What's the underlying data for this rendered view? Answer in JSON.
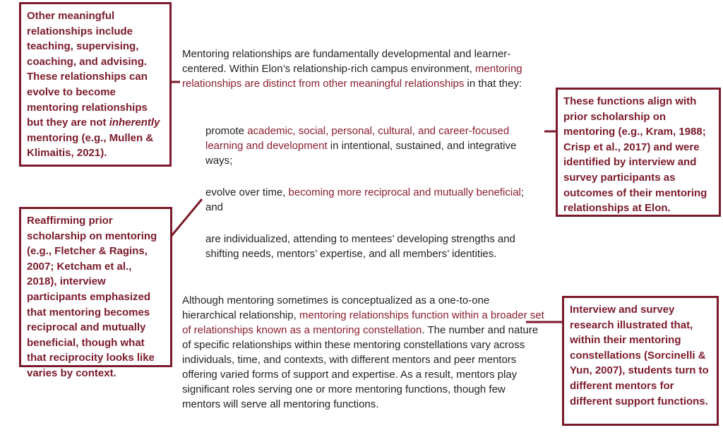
{
  "boxes": {
    "meaningful_pre": "Other meaningful relationships include teaching, supervising, coaching, and advising. These relationships can evolve to become mentoring relationships but they are not ",
    "meaningful_em": "inherently",
    "meaningful_post": " mentoring (e.g., Mullen & Klimaitis, 2021).",
    "reciprocal": "Reaffirming prior scholarship on mentoring (e.g., Fletcher & Ragins, 2007; Ketcham et al., 2018), interview participants emphasized that mentoring becomes reciprocal and mutually beneficial, though what that reciprocity looks like varies by context.",
    "functions": "These functions align with prior scholarship on mentoring (e.g., Kram, 1988; Crisp et al., 2017) and were identified by interview and survey participants as outcomes of their mentoring relationships at Elon.",
    "constellation": "Interview and survey research illustrated that, within their mentoring constellations (Sorcinelli & Yun, 2007), students turn to different mentors for different support functions."
  },
  "p1": {
    "a": "Mentoring relationships are fundamentally developmental and learner-centered. Within Elon’s relationship-rich campus environment, ",
    "hl": "mentoring relationships are distinct from other meaningful relationships",
    "b": " in that they:"
  },
  "i1": {
    "a": "promote ",
    "hl": "academic, social, personal, cultural, and career-focused learning and development",
    "b": " in intentional, sustained, and integrative ways;"
  },
  "i2": {
    "a": "evolve over time, ",
    "hl": "becoming more reciprocal and mutually beneficial",
    "b": "; and"
  },
  "i3": {
    "a": "are individualized, attending to mentees’ developing strengths and shifting needs, mentors’ expertise, and all members’ identities."
  },
  "p2": {
    "a": "Although mentoring sometimes is conceptualized as a one-to-one hierarchical relationship, ",
    "hl": "mentoring relationships function within a broader set of relationships known as a mentoring constellation",
    "b": ". The number and nature of specific relationships within these mentoring constellations vary across individuals, time, and contexts, with different mentors and peer mentors offering varied forms of support and expertise. As a result, mentors play significant roles serving one or more mentoring functions, though few mentors will serve all mentoring functions."
  },
  "colors": {
    "accent": "#7b1a2a",
    "highlight": "#8b1e2e",
    "text": "#222222"
  }
}
